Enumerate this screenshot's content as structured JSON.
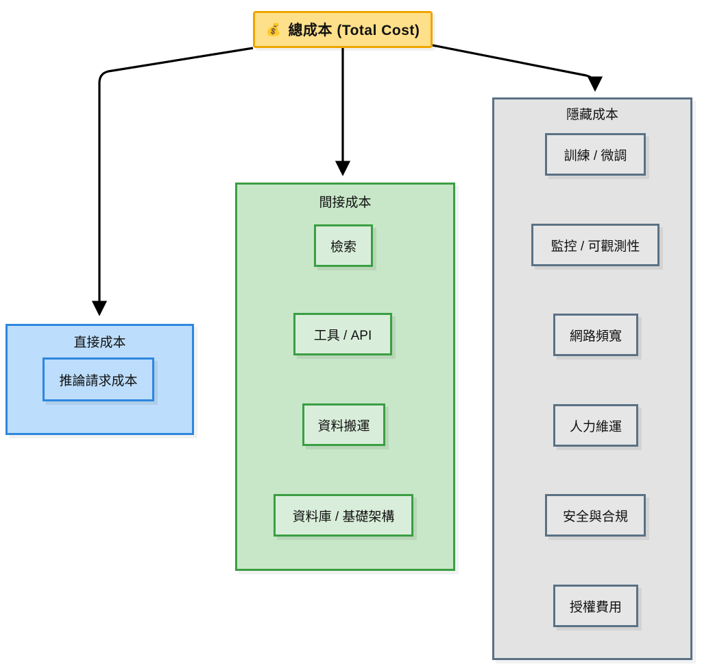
{
  "diagram": {
    "title_node": {
      "icon": "money-bag-icon",
      "icon_glyph": "💰",
      "label": "總成本 (Total Cost)",
      "fill": "#ffe08a",
      "stroke": "#f0a500"
    },
    "clusters": [
      {
        "id": "direct-cost",
        "title": "直接成本",
        "fill": "#bcddfb",
        "stroke": "#2e86de",
        "items": [
          {
            "label": "推論請求成本"
          }
        ]
      },
      {
        "id": "indirect-cost",
        "title": "間接成本",
        "fill": "#c7e7c8",
        "stroke": "#3a9e43",
        "items": [
          {
            "label": "檢索"
          },
          {
            "label": "工具 / API"
          },
          {
            "label": "資料搬運"
          },
          {
            "label": "資料庫 / 基礎架構"
          }
        ]
      },
      {
        "id": "hidden-cost",
        "title": "隱藏成本",
        "fill": "#e3e3e3",
        "stroke": "#5a7184",
        "items": [
          {
            "label": "訓練 / 微調"
          },
          {
            "label": "監控 / 可觀測性"
          },
          {
            "label": "網路頻寬"
          },
          {
            "label": "人力維運"
          },
          {
            "label": "安全與合規"
          },
          {
            "label": "授權費用"
          }
        ]
      }
    ],
    "edges": [
      {
        "from": "總成本 (Total Cost)",
        "to": "直接成本"
      },
      {
        "from": "總成本 (Total Cost)",
        "to": "間接成本"
      },
      {
        "from": "總成本 (Total Cost)",
        "to": "隱藏成本"
      }
    ],
    "edge_color": "#000000"
  }
}
